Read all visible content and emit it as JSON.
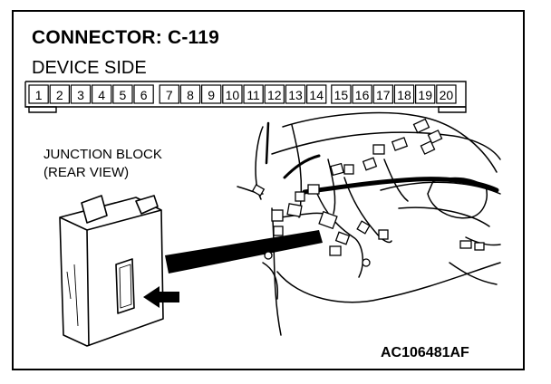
{
  "connector": {
    "title": "CONNECTOR: C-119",
    "subtitle": "DEVICE SIDE",
    "pins": [
      "1",
      "2",
      "3",
      "4",
      "5",
      "6",
      "7",
      "8",
      "9",
      "10",
      "11",
      "12",
      "13",
      "14",
      "15",
      "16",
      "17",
      "18",
      "19",
      "20"
    ]
  },
  "junction_block": {
    "line1": "JUNCTION BLOCK",
    "line2": "(REAR VIEW)"
  },
  "figure_code": "AC106481AF"
}
